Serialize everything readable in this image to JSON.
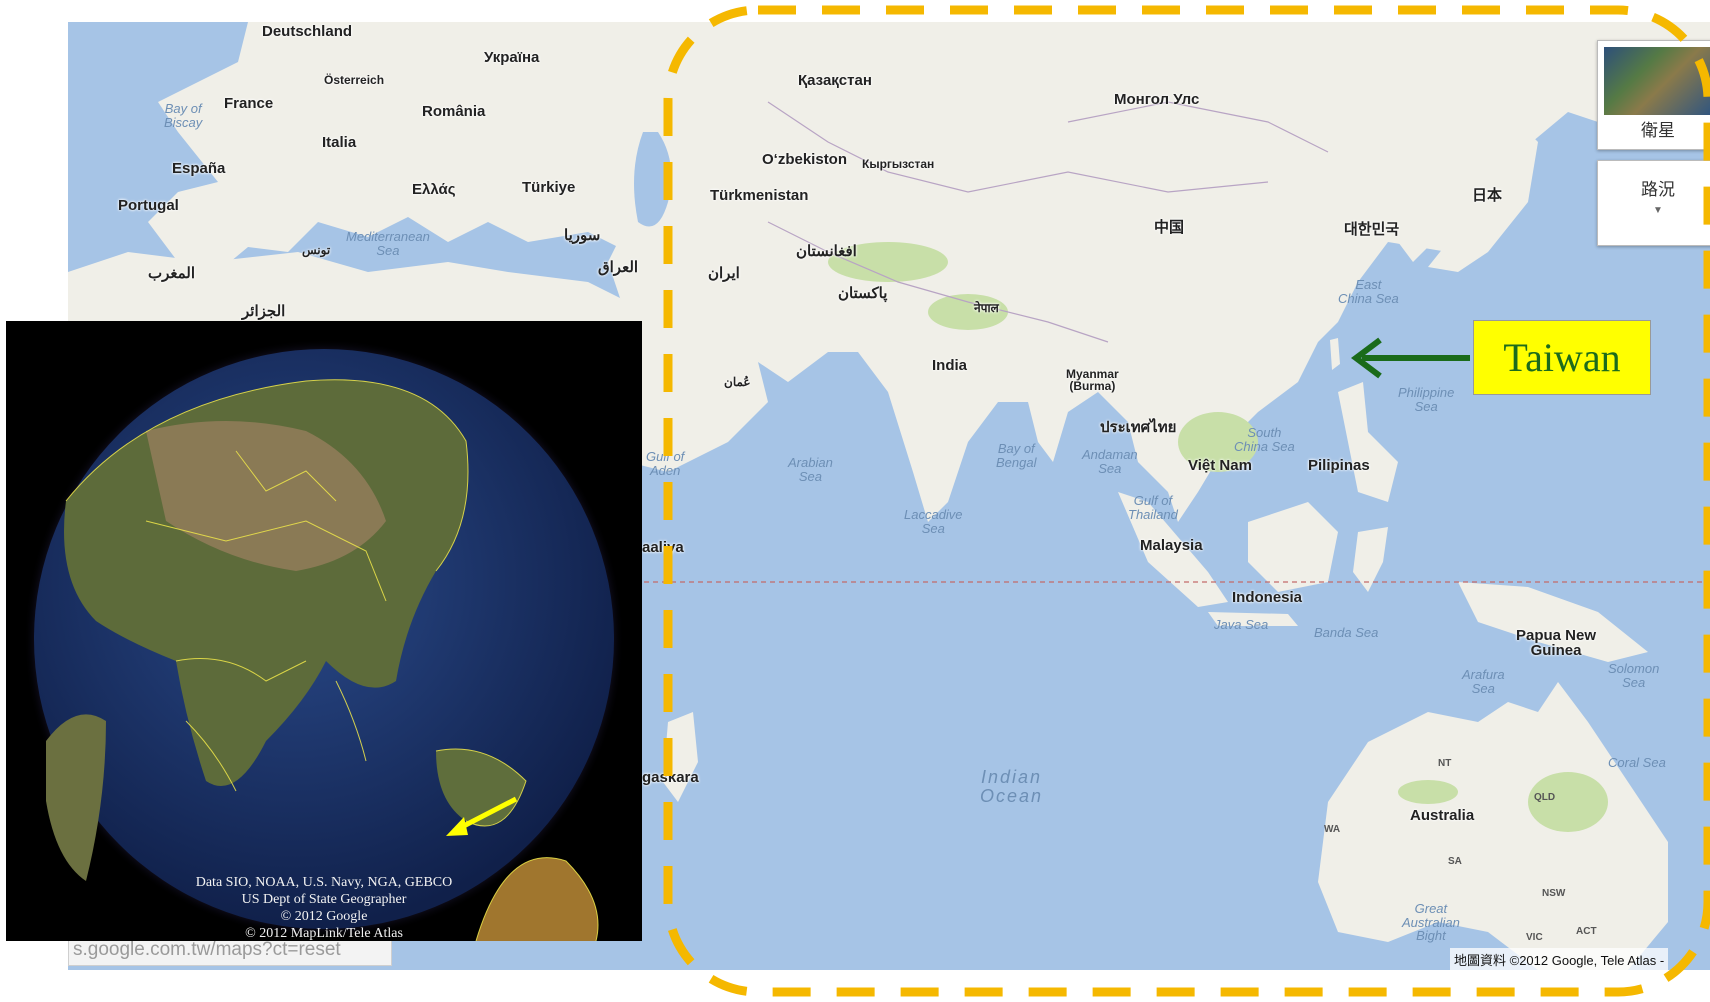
{
  "map": {
    "labels": {
      "deutschland": "Deutschland",
      "osterreich": "Österreich",
      "ukraina": "Україна",
      "france": "France",
      "romania": "România",
      "italia": "Italia",
      "espana": "España",
      "portugal": "Portugal",
      "ellas": "Ελλάς",
      "turkiye": "Türkiye",
      "maghrib": "المغرب",
      "tunis": "تونس",
      "jazair": "الجزائر",
      "syria": "سوريا",
      "iraq": "العراق",
      "iran": "ایران",
      "oman": "عُمان",
      "kazakhstan": "Қазақстан",
      "uzbekistan": "O‘zbekiston",
      "kyrgyzstan": "Кыргызстан",
      "turkmenistan": "Türkmenistan",
      "afghanistan": "افغانستان",
      "pakistan": "پاکستان",
      "nepal": "नेपाल",
      "mongolia": "Монгол Улс",
      "china": "中国",
      "korea": "대한민국",
      "japan": "日本",
      "india": "India",
      "myanmar": "Myanmar\n(Burma)",
      "thailand": "ประเทศไทย",
      "vietnam": "Việt Nam",
      "philippines": "Pilipinas",
      "malaysia": "Malaysia",
      "indonesia": "Indonesia",
      "png": "Papua New\nGuinea",
      "australia": "Australia",
      "somalia": "aaliya",
      "madagascar": "gaskara"
    },
    "seas": {
      "bay_of_biscay": "Bay of\nBiscay",
      "mediterranean": "Mediterranean\nSea",
      "east_china_sea": "East\nChina Sea",
      "philippine_sea": "Philippine\nSea",
      "south_china_sea": "South\nChina Sea",
      "arabian_sea": "Arabian\nSea",
      "bay_of_bengal": "Bay of\nBengal",
      "andaman_sea": "Andaman\nSea",
      "gulf_of_thailand": "Gulf of\nThailand",
      "gulf_of_aden": "Gulf of\nAden",
      "laccadive_sea": "Laccadive\nSea",
      "java_sea": "Java Sea",
      "banda_sea": "Banda Sea",
      "arafura_sea": "Arafura\nSea",
      "solomon_sea": "Solomon\nSea",
      "coral_sea": "Coral Sea",
      "indian_ocean": "Indian\nOcean",
      "great_australian_bight": "Great\nAustralian\nBight"
    },
    "states": {
      "nt": "NT",
      "qld": "QLD",
      "wa": "WA",
      "sa": "SA",
      "nsw": "NSW",
      "vic": "VIC",
      "act": "ACT"
    },
    "controls": {
      "satellite_label": "衛星",
      "traffic_label": "路況",
      "traffic_arrow": "▼"
    },
    "attribution": "地圖資料 ©2012 Google, Tele Atlas -",
    "url_fragment": "s.google.com.tw/maps?ct=reset"
  },
  "globe": {
    "credits": [
      "Data SIO, NOAA, U.S. Navy, NGA, GEBCO",
      "US Dept of State Geographer",
      "© 2012 Google",
      "© 2012 MapLink/Tele Atlas"
    ]
  },
  "callout": {
    "label": "Taiwan",
    "arrow_color": "#1a6b1a",
    "box_color": "#ffff00",
    "dash_color": "#f5b800",
    "globe_arrow_color": "#ffff00"
  },
  "colors": {
    "water": "#a6c4e6",
    "land": "#f0efe8",
    "park": "#c8dfa8",
    "equator": "#c46a6a"
  }
}
